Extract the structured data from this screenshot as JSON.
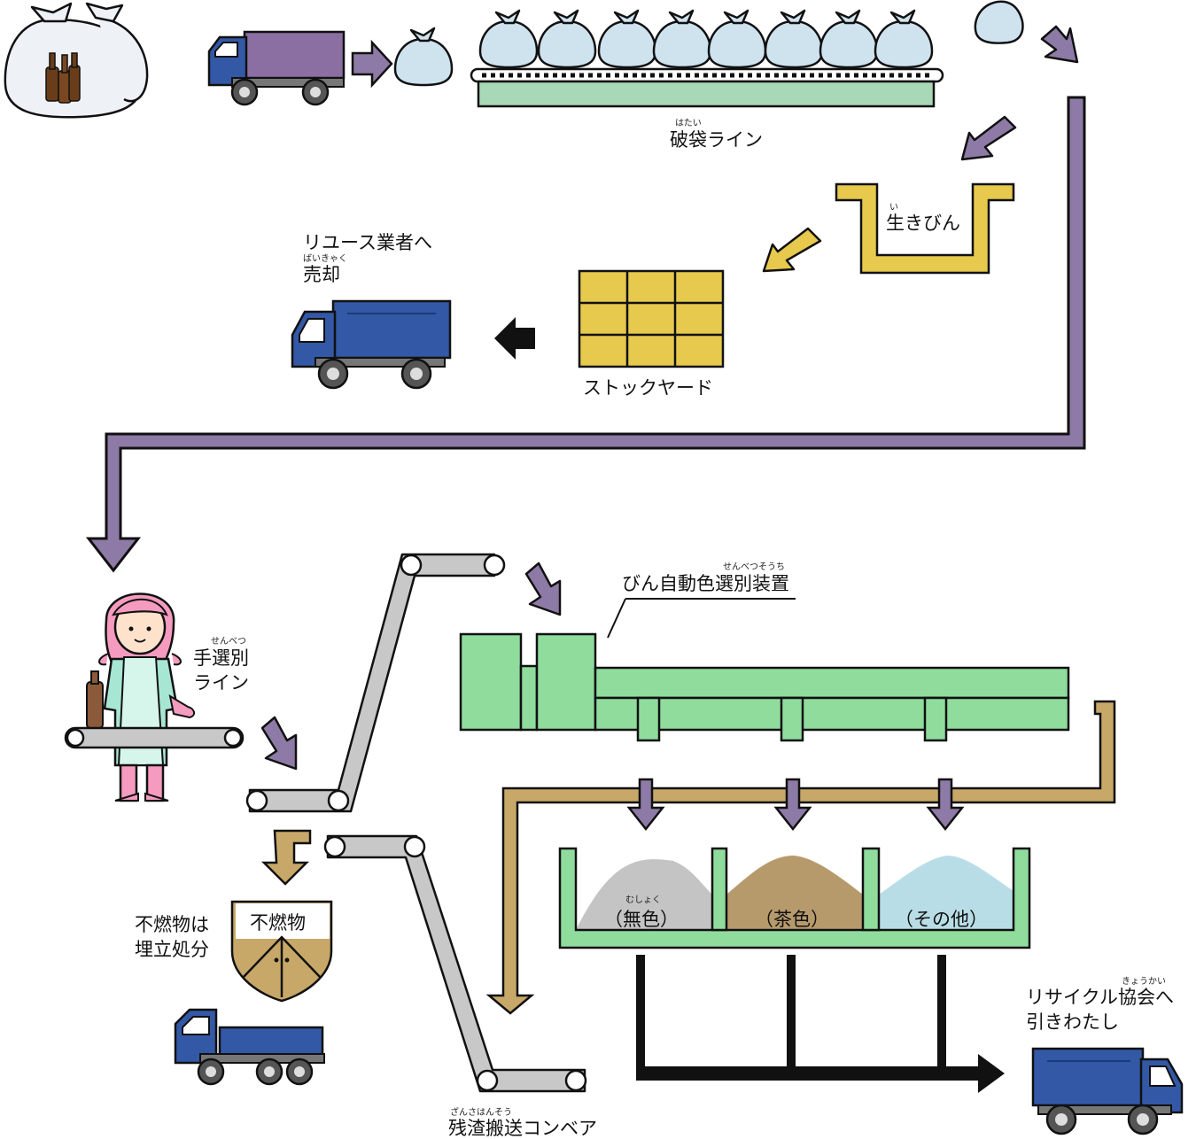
{
  "colors": {
    "purple": "#8e7aa6",
    "gold": "#c8a868",
    "yellow": "#e6c94d",
    "green": "#8fdc9d",
    "bag": "#cfe3ef",
    "truck_blue": "#3358a6",
    "belt_gray": "#c8c8c8",
    "pile_clear": "#c4c4c4",
    "pile_brown": "#b79a6c",
    "pile_other": "#b9dde6"
  },
  "labels": {
    "bag_line": "破袋ライン",
    "bag_line_ruby": "はたい",
    "raw_bottles": "生きびん",
    "raw_bottles_ruby": "い",
    "reuse_line1": "リユース業者へ",
    "reuse_line2": "売却",
    "reuse_ruby": "ばいきゃく",
    "stock_yard": "ストックヤード",
    "hand_sort_line1": "手選別",
    "hand_sort_line2": "ライン",
    "hand_sort_ruby": "せんべつ",
    "color_sorter": "びん自動色選別装置",
    "color_sorter_ruby": "せんべつそうち",
    "bin_clear": "（無色）",
    "bin_clear_ruby": "むしょく",
    "bin_brown": "（茶色）",
    "bin_other": "（その他）",
    "noncombustible": "不燃物",
    "landfill_line1": "不燃物は",
    "landfill_line2": "埋立処分",
    "residue_conveyor": "残渣搬送コンベア",
    "residue_ruby": "ざんさはんそう",
    "recycle_line1": "リサイクル協会へ",
    "recycle_line2": "引きわたし",
    "recycle_ruby": "きょうかい"
  }
}
